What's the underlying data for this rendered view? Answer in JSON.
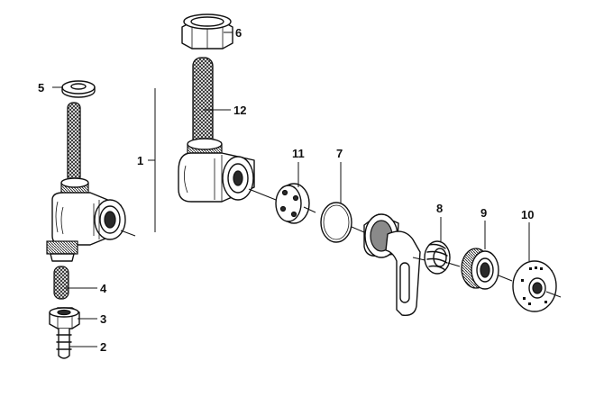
{
  "callouts": [
    {
      "id": "1",
      "label": "1"
    },
    {
      "id": "2",
      "label": "2"
    },
    {
      "id": "3",
      "label": "3"
    },
    {
      "id": "4",
      "label": "4"
    },
    {
      "id": "5",
      "label": "5"
    },
    {
      "id": "6",
      "label": "6"
    },
    {
      "id": "7",
      "label": "7"
    },
    {
      "id": "8",
      "label": "8"
    },
    {
      "id": "9",
      "label": "9"
    },
    {
      "id": "10",
      "label": "10"
    },
    {
      "id": "11",
      "label": "11"
    },
    {
      "id": "12",
      "label": "12"
    }
  ],
  "colors": {
    "ink": "#111111",
    "shade": "#8a8a8a",
    "paper": "#ffffff"
  }
}
